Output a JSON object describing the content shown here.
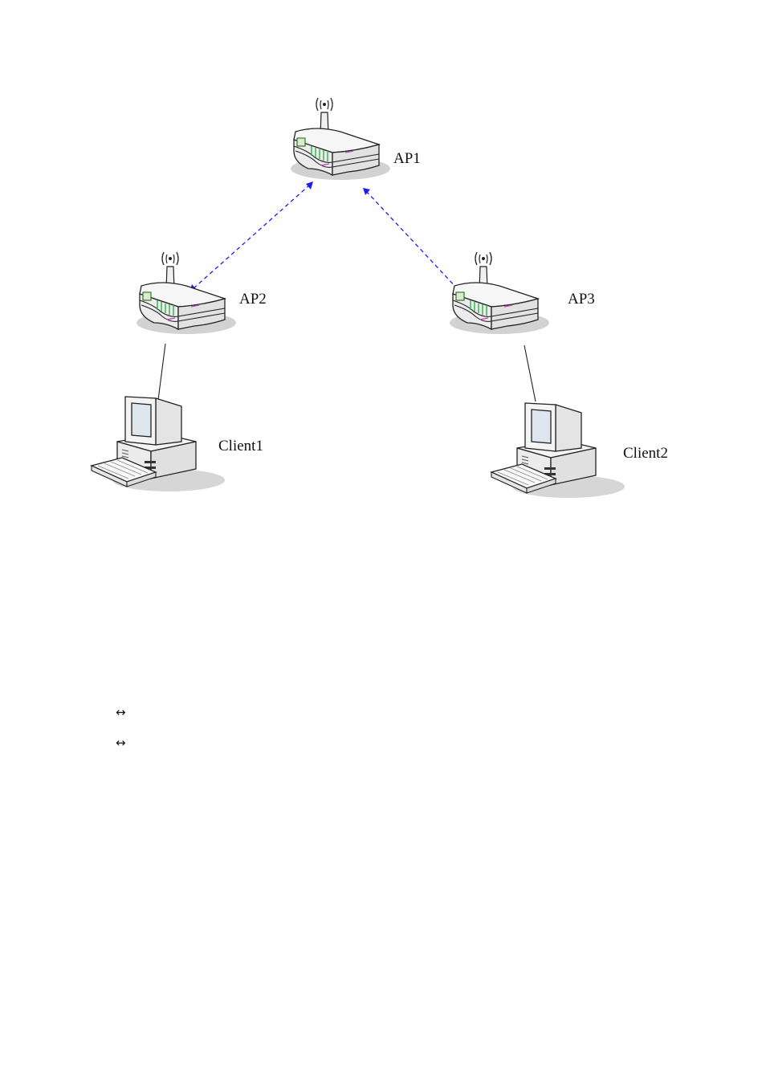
{
  "nodes": {
    "ap1": {
      "label": "AP1"
    },
    "ap2": {
      "label": "AP2"
    },
    "ap3": {
      "label": "AP3"
    },
    "client1": {
      "label": "Client1"
    },
    "client2": {
      "label": "Client2"
    }
  },
  "links": [
    {
      "from": "AP1",
      "to": "AP2",
      "style": "dashed-wireless",
      "color": "#1a1aff"
    },
    {
      "from": "AP1",
      "to": "AP3",
      "style": "dashed-wireless",
      "color": "#1a1aff"
    },
    {
      "from": "AP2",
      "to": "Client1",
      "style": "wired",
      "color": "#222222"
    },
    {
      "from": "AP3",
      "to": "Client2",
      "style": "wired",
      "color": "#222222"
    }
  ],
  "notes": [
    {
      "glyph": "↔"
    },
    {
      "glyph": "↔"
    }
  ],
  "colors": {
    "wireless_link": "#1a1aff",
    "router_body": "#f4f4f4",
    "router_outline": "#222222",
    "router_ports": "#2db34a",
    "router_accent": "#c040c0",
    "screen": "#dfe6ee",
    "shadow": "#c8c8c8"
  },
  "icons": {
    "router": "wireless-router-icon",
    "computer": "desktop-computer-icon"
  }
}
